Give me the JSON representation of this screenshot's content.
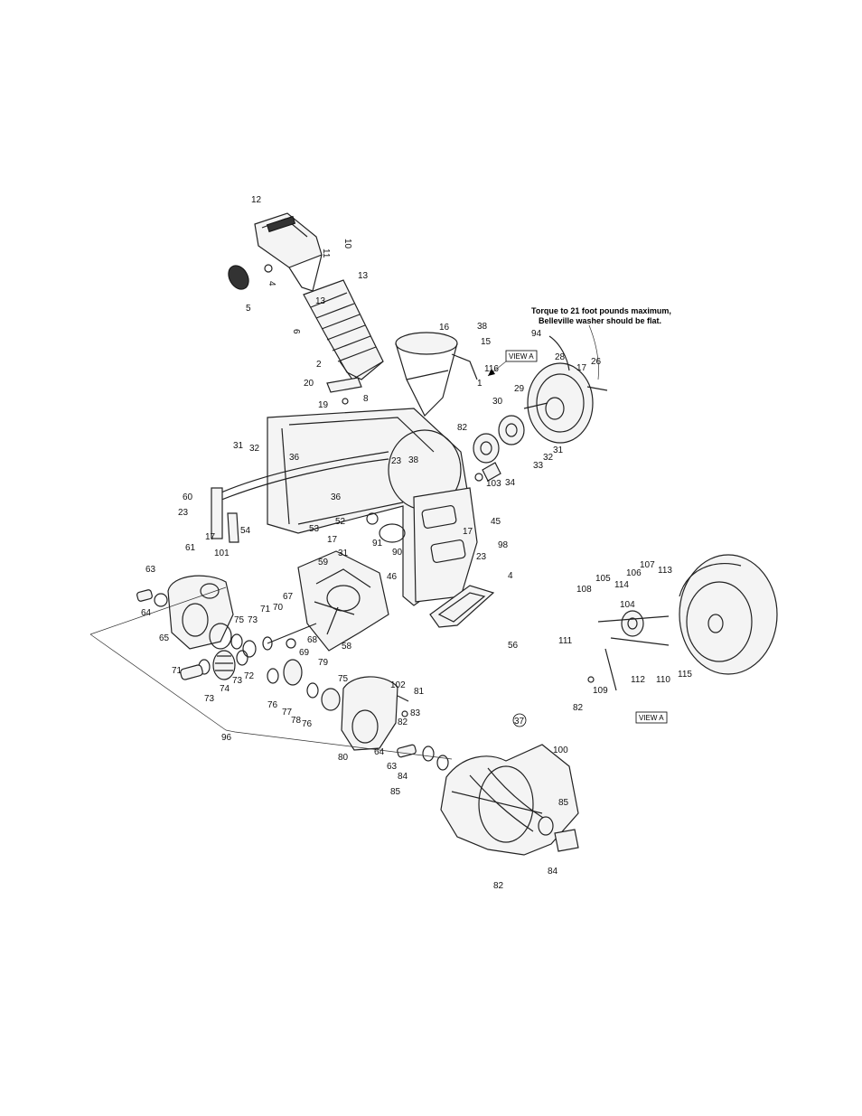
{
  "note": {
    "line1": "Torque to 21 foot pounds maximum,",
    "line2": "Belleville washer should be flat."
  },
  "view_tags": [
    "VIEW A",
    "VIEW A"
  ],
  "callouts": {
    "c12": "12",
    "c10a": "10",
    "c11": "11",
    "c13a": "13",
    "c13b": "13",
    "c5": "5",
    "c4top": "4",
    "c6": "6",
    "c2": "2",
    "c20": "20",
    "c19": "19",
    "c16": "16",
    "c38a": "38",
    "c15": "15",
    "c116": "116",
    "c1": "1",
    "c82a": "82",
    "c94": "94",
    "c28": "28",
    "c26": "26",
    "c17a": "17",
    "c29": "29",
    "c30": "30",
    "c31a": "31",
    "c32a": "32",
    "c33": "33",
    "c103": "103",
    "c34": "34",
    "c8": "8",
    "c31b": "31",
    "c32b": "32",
    "c36a": "36",
    "c23a": "23",
    "c38b": "38",
    "c36b": "36",
    "c52": "52",
    "c53": "53",
    "c60": "60",
    "c23b": "23",
    "c54": "54",
    "c17b": "17",
    "c101": "101",
    "c17c": "17",
    "c31c": "31",
    "c91": "91",
    "c90": "90",
    "c46": "46",
    "c45": "45",
    "c98": "98",
    "c17d": "17",
    "c23c": "23",
    "c4b": "4",
    "c56": "56",
    "c61": "61",
    "c63a": "63",
    "c64a": "64",
    "c65": "65",
    "c59": "59",
    "c75a": "75",
    "c71a": "71",
    "c73a": "73",
    "c70": "70",
    "c67": "67",
    "c68": "68",
    "c69": "69",
    "c58": "58",
    "c71b": "71",
    "c73b": "73",
    "c74": "74",
    "c73c": "73",
    "c72": "72",
    "c79": "79",
    "c75b": "75",
    "c102": "102",
    "c81": "81",
    "c76a": "76",
    "c77": "77",
    "c78": "78",
    "c76b": "76",
    "c82b": "82",
    "c83": "83",
    "c96": "96",
    "c80": "80",
    "c64b": "64",
    "c63b": "63",
    "c84a": "84",
    "c85a": "85",
    "c37": "37",
    "c100": "100",
    "c85b": "85",
    "c84b": "84",
    "c82c": "82",
    "c105": "105",
    "c106": "106",
    "c107": "107",
    "c113": "113",
    "c114": "114",
    "c108": "108",
    "c104": "104",
    "c111": "111",
    "c112": "112",
    "c110": "110",
    "c115": "115",
    "c109": "109",
    "c82d": "82"
  }
}
